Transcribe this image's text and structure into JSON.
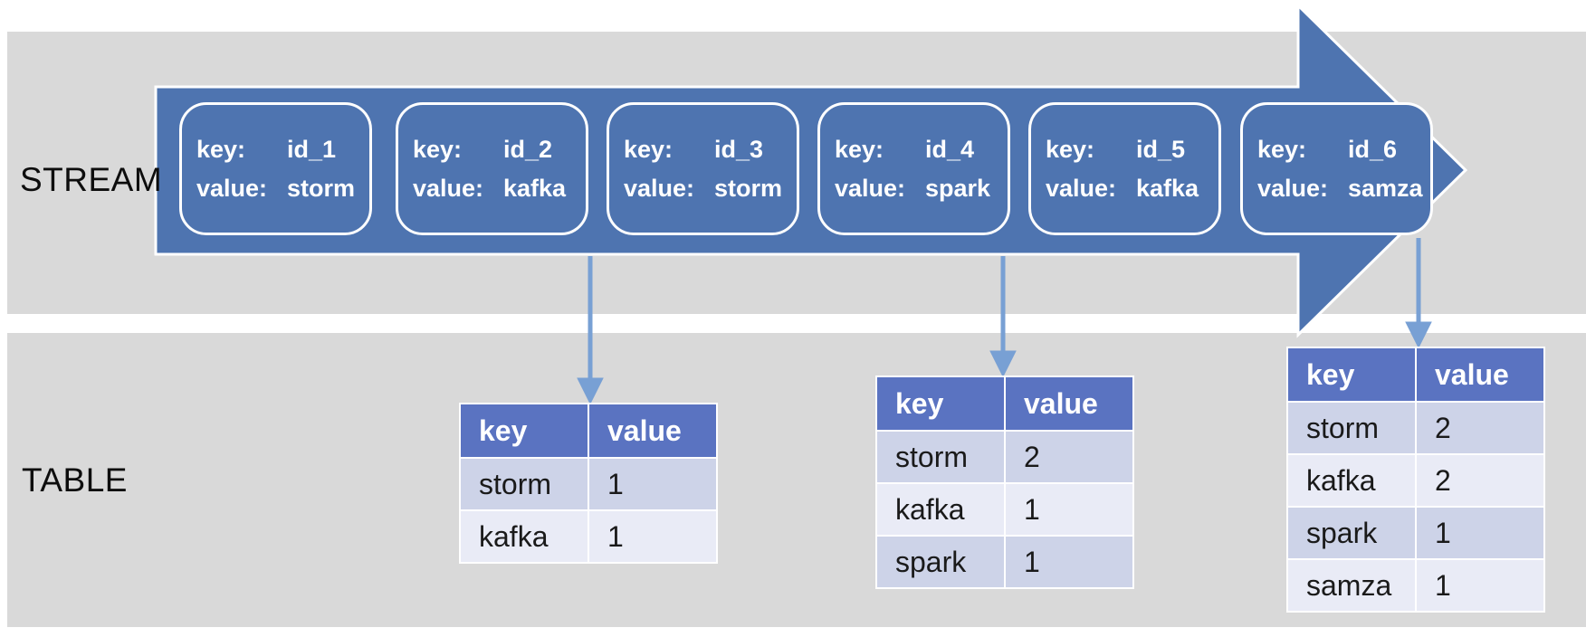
{
  "labels": {
    "stream": "STREAM",
    "table": "TABLE"
  },
  "stream": {
    "field_labels": {
      "key": "key:",
      "value": "value:"
    },
    "records": [
      {
        "key": "id_1",
        "value": "storm"
      },
      {
        "key": "id_2",
        "value": "kafka"
      },
      {
        "key": "id_3",
        "value": "storm"
      },
      {
        "key": "id_4",
        "value": "spark"
      },
      {
        "key": "id_5",
        "value": "kafka"
      },
      {
        "key": "id_6",
        "value": "samza"
      }
    ]
  },
  "tables": [
    {
      "columns": [
        "key",
        "value"
      ],
      "rows": [
        [
          "storm",
          "1"
        ],
        [
          "kafka",
          "1"
        ]
      ]
    },
    {
      "columns": [
        "key",
        "value"
      ],
      "rows": [
        [
          "storm",
          "2"
        ],
        [
          "kafka",
          "1"
        ],
        [
          "spark",
          "1"
        ]
      ]
    },
    {
      "columns": [
        "key",
        "value"
      ],
      "rows": [
        [
          "storm",
          "2"
        ],
        [
          "kafka",
          "2"
        ],
        [
          "spark",
          "1"
        ],
        [
          "samza",
          "1"
        ]
      ]
    }
  ],
  "colors": {
    "band_gray": "#d9d9d9",
    "stream_arrow_blue": "#4e74b0",
    "table_header_blue": "#5a73c1",
    "row_band_light": "#cdd3e8",
    "row_band_lighter": "#e9ebf6",
    "connector_blue": "#78a0d4",
    "outline_white": "#ffffff"
  }
}
